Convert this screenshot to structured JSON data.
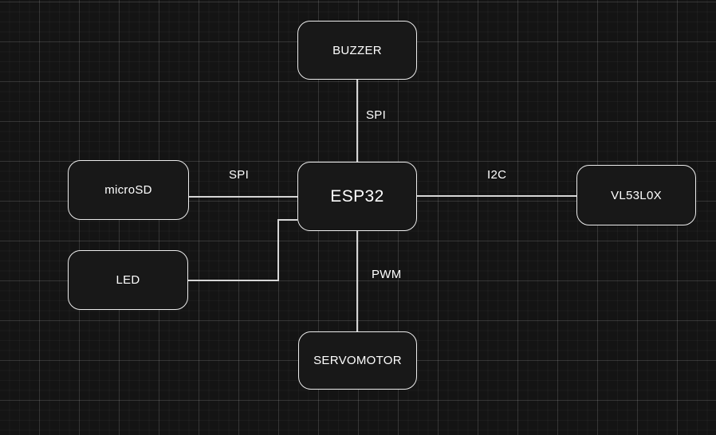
{
  "theme": {
    "canvas_background": "#141414",
    "grid_minor_color": "#1e1e1e",
    "grid_major_color": "#303030",
    "node_fill": "#181818",
    "node_border": "#ececec",
    "node_text": "#ffffff",
    "edge_color": "#d6d6d6",
    "edge_label_color": "#ffffff"
  },
  "diagram": {
    "type": "hardware-wiring-diagram",
    "hub": "ESP32"
  },
  "nodes": [
    {
      "id": "buzzer",
      "label": "BUZZER"
    },
    {
      "id": "microsd",
      "label": "microSD"
    },
    {
      "id": "esp32",
      "label": "ESP32"
    },
    {
      "id": "vl53l0x",
      "label": "VL53L0X"
    },
    {
      "id": "led",
      "label": "LED"
    },
    {
      "id": "servomotor",
      "label": "SERVOMOTOR"
    }
  ],
  "edges": [
    {
      "from": "esp32",
      "to": "buzzer",
      "label": "SPI"
    },
    {
      "from": "esp32",
      "to": "microsd",
      "label": "SPI"
    },
    {
      "from": "esp32",
      "to": "vl53l0x",
      "label": "I2C"
    },
    {
      "from": "esp32",
      "to": "servomotor",
      "label": "PWM"
    },
    {
      "from": "esp32",
      "to": "led",
      "label": ""
    }
  ]
}
